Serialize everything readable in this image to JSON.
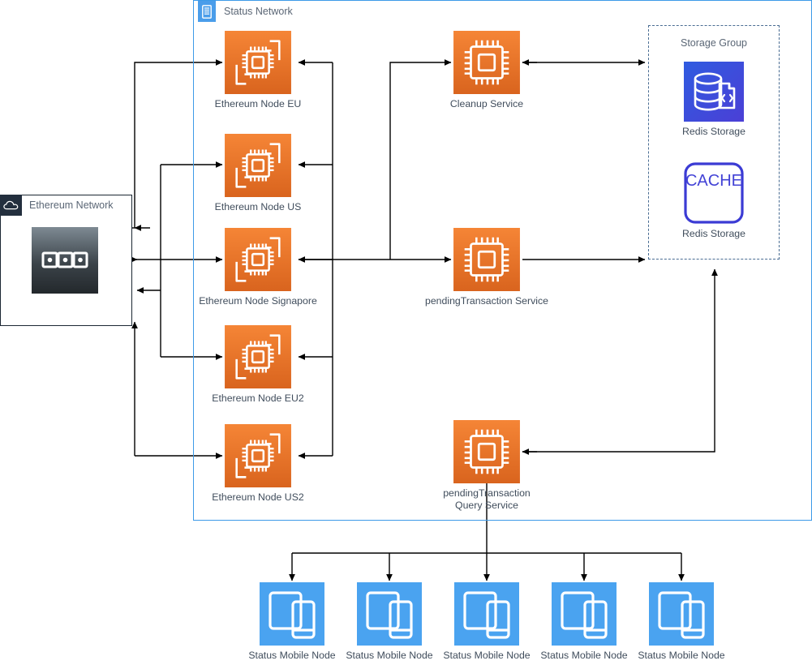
{
  "groups": {
    "status_network": {
      "title": "Status Network",
      "icon": "server-icon",
      "border_color": "#3d9ae8"
    },
    "ethereum_network": {
      "title": "Ethereum Network",
      "icon": "cloud-icon",
      "border_color": "#1b2733"
    },
    "storage_group": {
      "title": "Storage Group",
      "border_color": "#4a6d93",
      "style": "dashed"
    }
  },
  "ethereum_network_node": {
    "label": "",
    "icon": "blockchain-icon"
  },
  "ethereum_nodes": [
    {
      "label": "Ethereum Node EU",
      "icon": "ec2-instances-icon"
    },
    {
      "label": "Ethereum Node US",
      "icon": "ec2-instances-icon"
    },
    {
      "label": "Ethereum Node Signapore",
      "icon": "ec2-instances-icon"
    },
    {
      "label": "Ethereum Node EU2",
      "icon": "ec2-instances-icon"
    },
    {
      "label": "Ethereum Node US2",
      "icon": "ec2-instances-icon"
    }
  ],
  "services": [
    {
      "label": "Cleanup Service",
      "icon": "cpu-chip-icon"
    },
    {
      "label": "pendingTransaction Service",
      "icon": "cpu-chip-icon"
    },
    {
      "label": "pendingTransaction\nQuery Service",
      "icon": "cpu-chip-icon"
    }
  ],
  "storage": [
    {
      "label": "Redis Storage",
      "icon": "database-documents-icon"
    },
    {
      "label": "Redis Storage",
      "icon": "cache-box-icon",
      "box_text": "CACHE"
    }
  ],
  "mobile_nodes": [
    {
      "label": "Status Mobile Node",
      "icon": "mobile-devices-icon"
    },
    {
      "label": "Status Mobile Node",
      "icon": "mobile-devices-icon"
    },
    {
      "label": "Status Mobile Node",
      "icon": "mobile-devices-icon"
    },
    {
      "label": "Status Mobile Node",
      "icon": "mobile-devices-icon"
    },
    {
      "label": "Status Mobile Node",
      "icon": "mobile-devices-icon"
    }
  ],
  "colors": {
    "compute_orange_top": "#F58536",
    "compute_orange_bottom": "#D9641E",
    "status_blue": "#3d9ae8",
    "mobile_blue": "#4aa3f0",
    "database_blue": "#3f51d8",
    "cache_indigo": "#3b3bd4",
    "aws_navy": "#232f3e",
    "line_black": "#000000",
    "caption_gray": "#404d5c"
  }
}
